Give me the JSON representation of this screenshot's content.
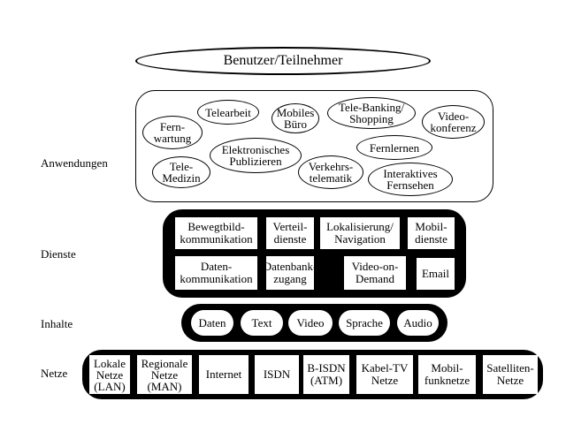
{
  "top": {
    "label": "Benutzer/Teilnehmer"
  },
  "row_labels": {
    "anwendungen": "Anwendungen",
    "dienste": "Dienste",
    "inhalte": "Inhalte",
    "netze": "Netze"
  },
  "anwendungen": [
    {
      "label": "Fern-\nwartung"
    },
    {
      "label": "Telearbeit"
    },
    {
      "label": "Mobiles\nBüro"
    },
    {
      "label": "Tele-Banking/\nShopping"
    },
    {
      "label": "Video-\nkonferenz"
    },
    {
      "label": "Elektronisches\nPublizieren"
    },
    {
      "label": "Fernlernen"
    },
    {
      "label": "Tele-\nMedizin"
    },
    {
      "label": "Verkehrs-\ntelematik"
    },
    {
      "label": "Interaktives\nFernsehen"
    }
  ],
  "dienste": [
    {
      "label": "Bewegtbild-\nkommunikation"
    },
    {
      "label": "Verteil-\ndienste"
    },
    {
      "label": "Lokalisierung/\nNavigation"
    },
    {
      "label": "Mobil-\ndienste"
    },
    {
      "label": "Daten-\nkommunikation"
    },
    {
      "label": "Datenbank-\nzugang"
    },
    {
      "label": "Video-on-\nDemand"
    },
    {
      "label": "Email"
    }
  ],
  "inhalte": [
    {
      "label": "Daten"
    },
    {
      "label": "Text"
    },
    {
      "label": "Video"
    },
    {
      "label": "Sprache"
    },
    {
      "label": "Audio"
    }
  ],
  "netze": [
    {
      "label": "Lokale\nNetze\n(LAN)"
    },
    {
      "label": "Regionale\nNetze\n(MAN)"
    },
    {
      "label": "Internet"
    },
    {
      "label": "ISDN"
    },
    {
      "label": "B-ISDN\n(ATM)"
    },
    {
      "label": "Kabel-TV\nNetze"
    },
    {
      "label": "Mobil-\nfunknetze"
    },
    {
      "label": "Satelliten-\nNetze"
    }
  ]
}
